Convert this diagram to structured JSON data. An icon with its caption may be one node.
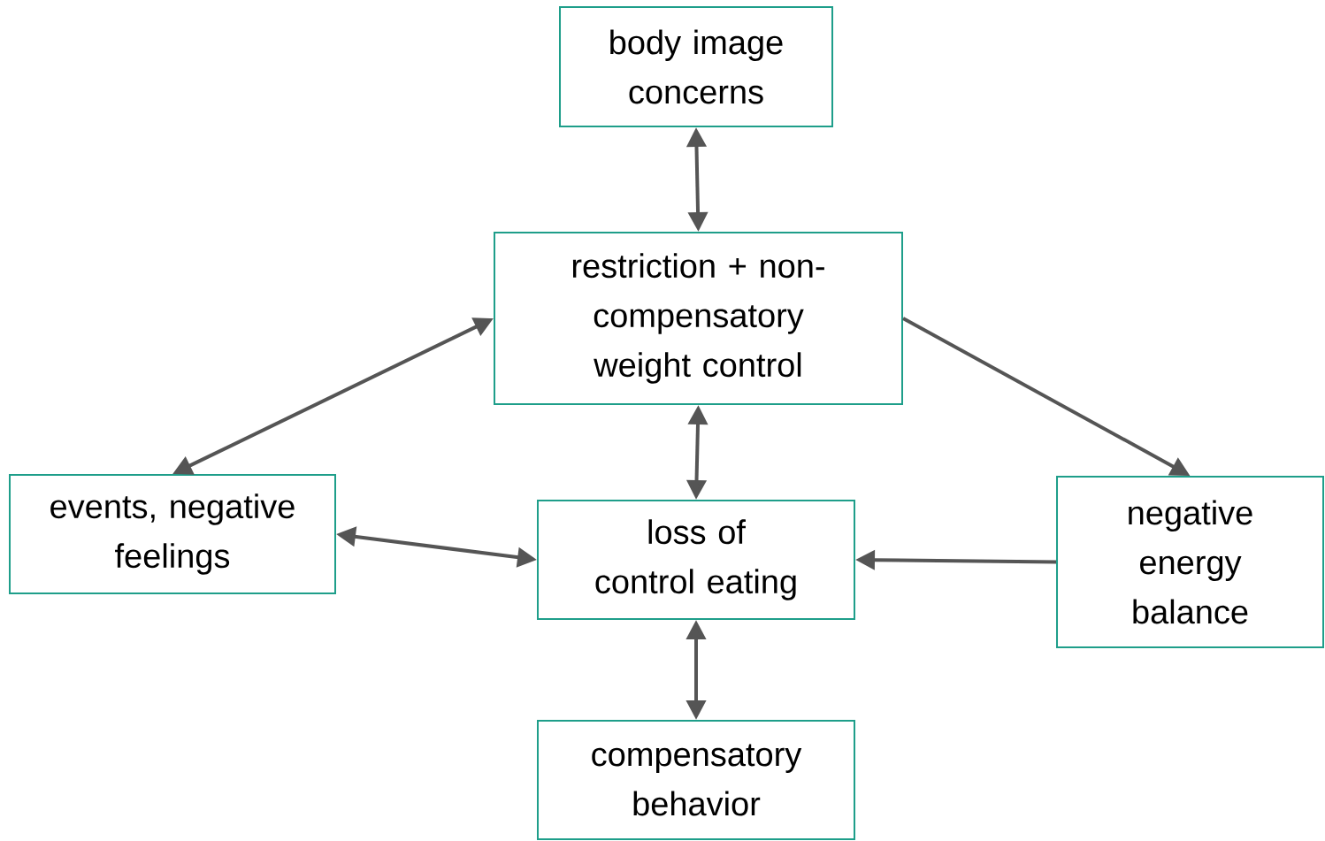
{
  "diagram": {
    "nodes": [
      {
        "text": [
          "body image concerns"
        ]
      },
      {
        "text": [
          "restriction + non-compensatory weight control"
        ]
      },
      {
        "text": [
          "events, negative feelings"
        ]
      },
      {
        "text": [
          "loss of control eating"
        ]
      },
      {
        "text": [
          "negative energy balance"
        ]
      },
      {
        "text": [
          "compensatory behavior"
        ]
      }
    ],
    "edges": [
      {
        "from": 0,
        "to": 1,
        "arrow": "both"
      },
      {
        "from": 1,
        "to": 2,
        "arrow": "both"
      },
      {
        "from": 1,
        "to": 4,
        "arrow": "to"
      },
      {
        "from": 1,
        "to": 3,
        "arrow": "both"
      },
      {
        "from": 2,
        "to": 3,
        "arrow": "both"
      },
      {
        "from": 4,
        "to": 3,
        "arrow": "to"
      },
      {
        "from": 3,
        "to": 5,
        "arrow": "both"
      }
    ]
  }
}
